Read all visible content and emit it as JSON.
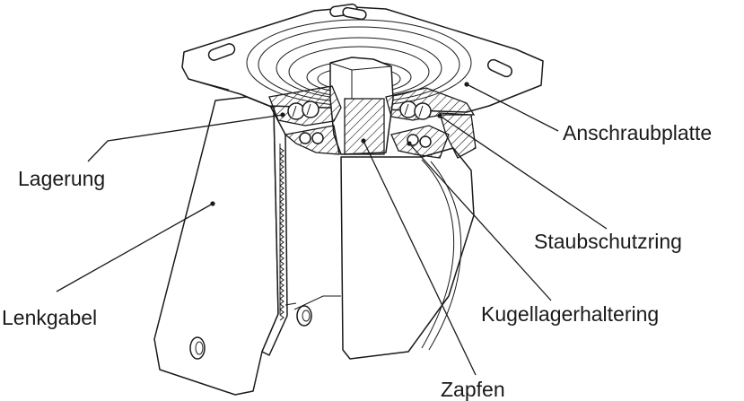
{
  "labels": {
    "anschraubplatte": "Anschraubplatte",
    "lagerung": "Lagerung",
    "staubschutzring": "Staubschutzring",
    "lenkgabel": "Lenkgabel",
    "kugellagerhaltering": "Kugellagerhaltering",
    "zapfen": "Zapfen"
  }
}
